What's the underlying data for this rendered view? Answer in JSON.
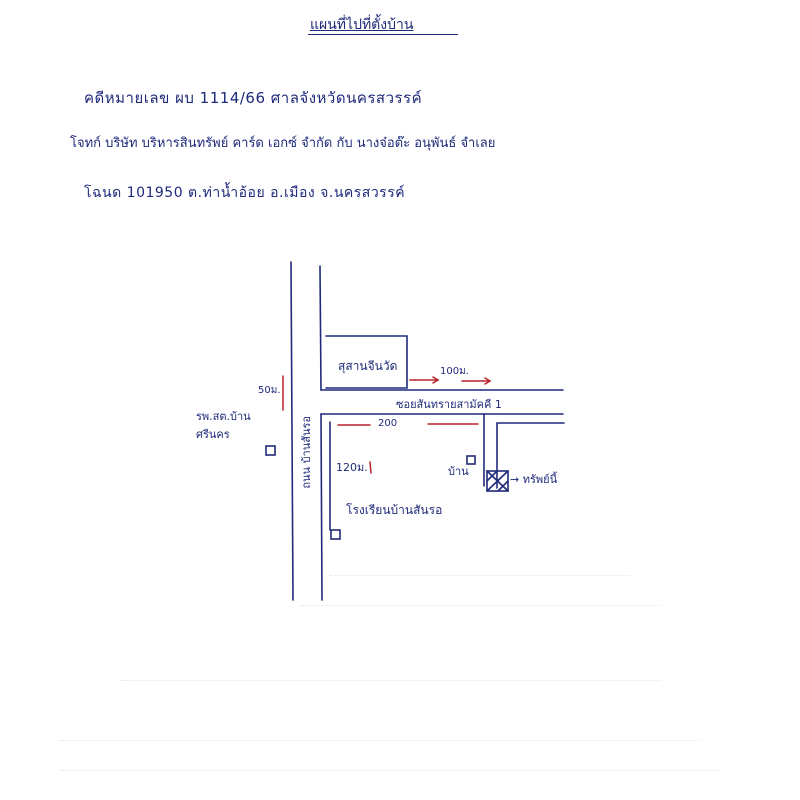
{
  "header": {
    "title": "แผนที่ไปที่ตั้งบ้าน",
    "line1": "คดีหมายเลข ผบ 1114/66   ศาลจังหวัดนครสวรรค์",
    "line2": "โจทก์  บริษัท บริหารสินทรัพย์ คาร์ด เอกซ์ จำกัด   กับ   นางจ๋อต๊ะ   อนุพันธ์   จำเลย",
    "line3": "โฉนด   101950   ต.ท่าน้ำอ้อย   อ.เมือง   จ.นครสวรรค์"
  },
  "map": {
    "labels": {
      "hospital": "รพ.สต.บ้านศรีนคร",
      "school": "โรงเรียนบ้านสันรอ",
      "temple": "สุสานจีนวัด",
      "soi": "ซอยสันทรายสามัคคี 1",
      "road": "ถนน บ้านสันรอ",
      "house": "บ้าน",
      "target": "→ ทรัพย์นี้"
    },
    "distances": {
      "d50": "50ม.",
      "d100": "100ม.",
      "d200": "200",
      "d120": "120ม."
    }
  }
}
